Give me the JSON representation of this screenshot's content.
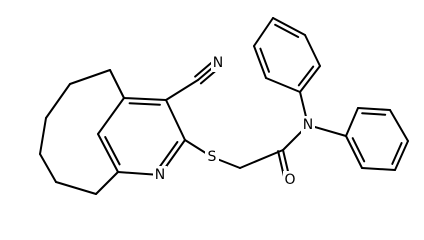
{
  "molecule": {
    "atoms": [
      {
        "id": "N_nitrile",
        "label": "N"
      },
      {
        "id": "N_pyridine",
        "label": "N"
      },
      {
        "id": "S_thioether",
        "label": "S"
      },
      {
        "id": "O_carbonyl",
        "label": "O"
      },
      {
        "id": "N_amide",
        "label": "N"
      }
    ]
  }
}
